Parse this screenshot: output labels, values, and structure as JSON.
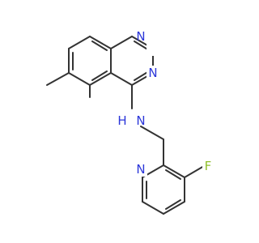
{
  "molecule": {
    "atoms": [
      {
        "label": "N",
        "color": "#2b36d9"
      },
      {
        "label": "N",
        "color": "#2b36d9"
      },
      {
        "label": "N",
        "color": "#2b36d9"
      },
      {
        "label": "H",
        "color": "#2b36d9"
      },
      {
        "label": "N",
        "color": "#2b36d9"
      },
      {
        "label": "F",
        "color": "#8fbf2a"
      }
    ],
    "bond_color": "#333333"
  }
}
